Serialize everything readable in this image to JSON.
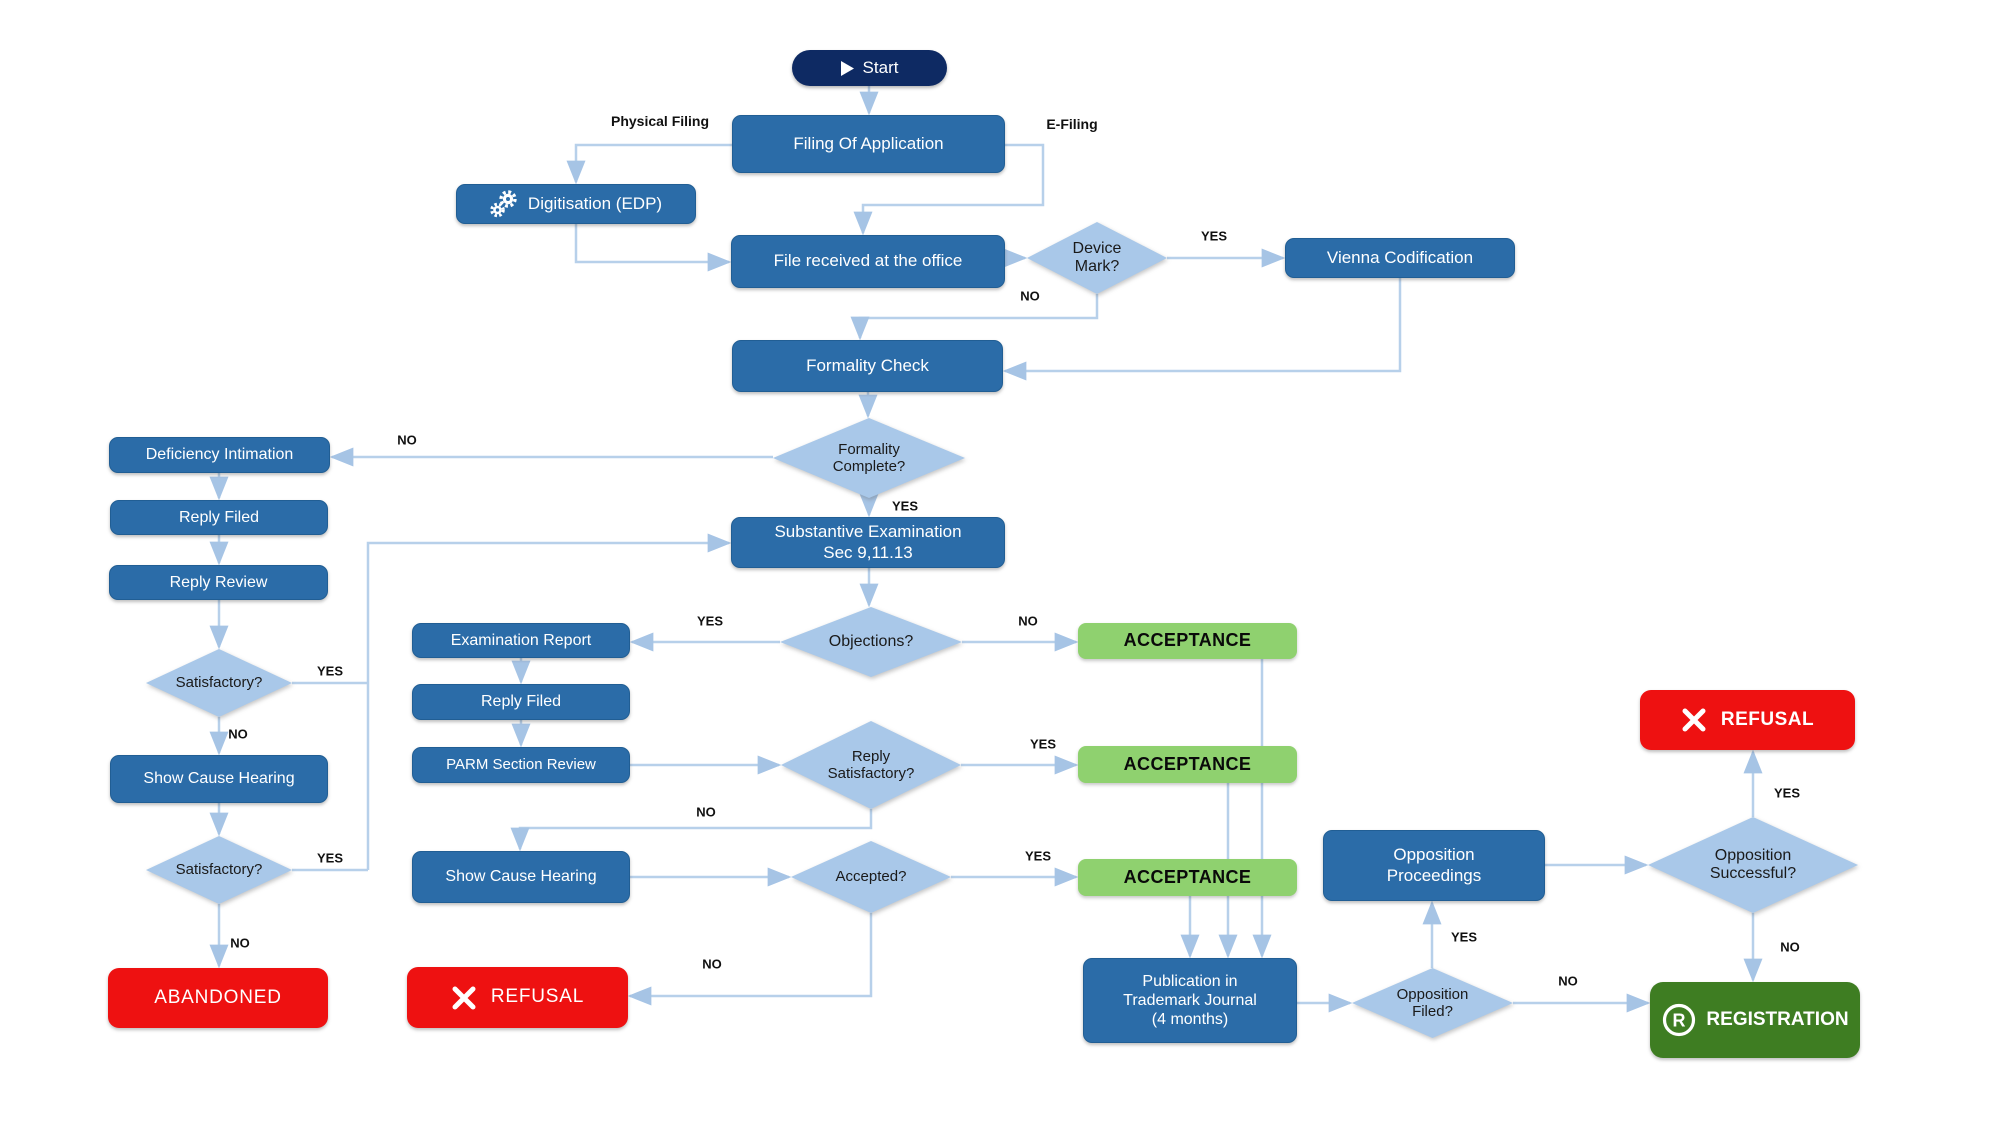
{
  "nodes": {
    "start": {
      "label": "Start"
    },
    "filing": {
      "label": "Filing Of Application"
    },
    "digitisation": {
      "label": "Digitisation (EDP)"
    },
    "file_received": {
      "label": "File received at the office"
    },
    "device_mark": {
      "line1": "Device",
      "line2": "Mark?"
    },
    "vienna": {
      "label": "Vienna Codification"
    },
    "formality_check": {
      "label": "Formality Check"
    },
    "formality_complete": {
      "line1": "Formality",
      "line2": "Complete?"
    },
    "deficiency": {
      "label": "Deficiency Intimation"
    },
    "reply_filed_1": {
      "label": "Reply Filed"
    },
    "reply_review": {
      "label": "Reply Review"
    },
    "satisfactory_1": {
      "label": "Satisfactory?"
    },
    "show_cause_1": {
      "label": "Show Cause Hearing"
    },
    "satisfactory_2": {
      "label": "Satisfactory?"
    },
    "abandoned": {
      "label": "ABANDONED"
    },
    "substantive": {
      "line1": "Substantive Examination",
      "line2": "Sec 9,11.13"
    },
    "objections": {
      "label": "Objections?"
    },
    "exam_report": {
      "label": "Examination Report"
    },
    "reply_filed_2": {
      "label": "Reply Filed"
    },
    "parm": {
      "label": "PARM Section Review"
    },
    "reply_satisfactory": {
      "line1": "Reply",
      "line2": "Satisfactory?"
    },
    "acceptance_1": {
      "label": "ACCEPTANCE"
    },
    "acceptance_2": {
      "label": "ACCEPTANCE"
    },
    "acceptance_3": {
      "label": "ACCEPTANCE"
    },
    "show_cause_2": {
      "label": "Show Cause Hearing"
    },
    "accepted": {
      "label": "Accepted?"
    },
    "refusal_mid": {
      "label": "REFUSAL"
    },
    "publication": {
      "line1": "Publication in",
      "line2": "Trademark Journal",
      "line3": "(4 months)"
    },
    "opposition_filed": {
      "line1": "Opposition",
      "line2": "Filed?"
    },
    "opposition_proceedings": {
      "line1": "Opposition",
      "line2": "Proceedings"
    },
    "opposition_successful": {
      "line1": "Opposition",
      "line2": "Successful?"
    },
    "refusal_top": {
      "label": "REFUSAL"
    },
    "registration": {
      "label": "REGISTRATION"
    }
  },
  "edge_labels": {
    "physical_filing": "Physical Filing",
    "e_filing": "E-Filing",
    "device_yes": "YES",
    "device_no": "NO",
    "formality_no": "NO",
    "formality_yes": "YES",
    "satisfactory1_yes": "YES",
    "satisfactory1_no": "NO",
    "satisfactory2_yes": "YES",
    "satisfactory2_no": "NO",
    "objections_yes": "YES",
    "objections_no": "NO",
    "reply_satisfactory_yes": "YES",
    "reply_satisfactory_no": "NO",
    "accepted_yes": "YES",
    "accepted_no": "NO",
    "opposition_filed_yes": "YES",
    "opposition_filed_no": "NO",
    "opposition_successful_yes": "YES",
    "opposition_successful_no": "NO"
  },
  "icons": {
    "start": "play-icon",
    "digitisation": "gears-icon",
    "refusal": "x-icon",
    "registration": "registered-trademark-icon"
  },
  "colors": {
    "process_blue": "#2B6CA8",
    "start_navy": "#0E2A63",
    "decision_light_blue": "#A9C8E9",
    "acceptance_green": "#8FD16F",
    "registration_green": "#3E7D22",
    "alert_red": "#EE1111",
    "connector_blue": "#B7D0EA"
  }
}
